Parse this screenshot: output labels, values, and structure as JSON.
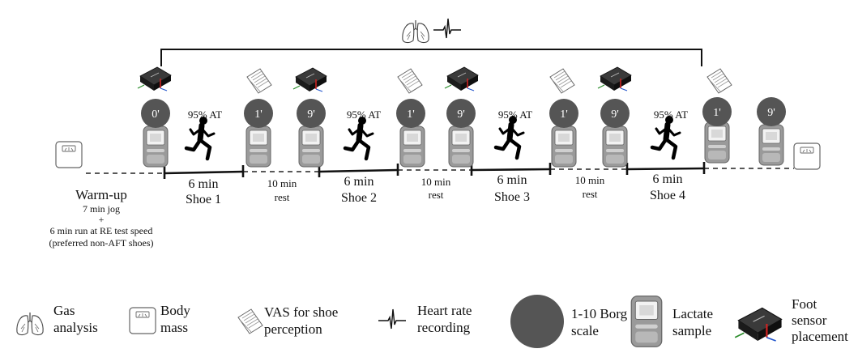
{
  "warmup": {
    "title": "Warm-up",
    "line1": "7 min jog",
    "line2": "+",
    "line3": "6 min run at RE test speed",
    "line4": "(preferred non-AFT shoes)"
  },
  "runs": [
    {
      "duration": "6 min",
      "shoe": "Shoe 1",
      "intensity": "95% AT"
    },
    {
      "duration": "6 min",
      "shoe": "Shoe 2",
      "intensity": "95% AT"
    },
    {
      "duration": "6 min",
      "shoe": "Shoe 3",
      "intensity": "95% AT"
    },
    {
      "duration": "6 min",
      "shoe": "Shoe 4",
      "intensity": "95% AT"
    }
  ],
  "rests": [
    {
      "duration": "10 min",
      "label": "rest"
    },
    {
      "duration": "10 min",
      "label": "rest"
    },
    {
      "duration": "10 min",
      "label": "rest"
    }
  ],
  "borg_times": [
    "0'",
    "1'",
    "9'",
    "1'",
    "9'",
    "1'",
    "9'",
    "1'",
    "9'"
  ],
  "legend": {
    "gas": "Gas\nanalysis",
    "body_mass": "Body\nmass",
    "vas": "VAS for shoe\nperception",
    "heart_rate": "Heart rate\nrecording",
    "borg": "1-10 Borg\nscale",
    "lactate": "Lactate\nsample",
    "foot_sensor": "Foot\nsensor\nplacement"
  },
  "colors": {
    "borg_circle": "#555555",
    "line": "#111111",
    "lactate_body": "#9a9a9a",
    "sensor_body": "#1b1b1b"
  }
}
